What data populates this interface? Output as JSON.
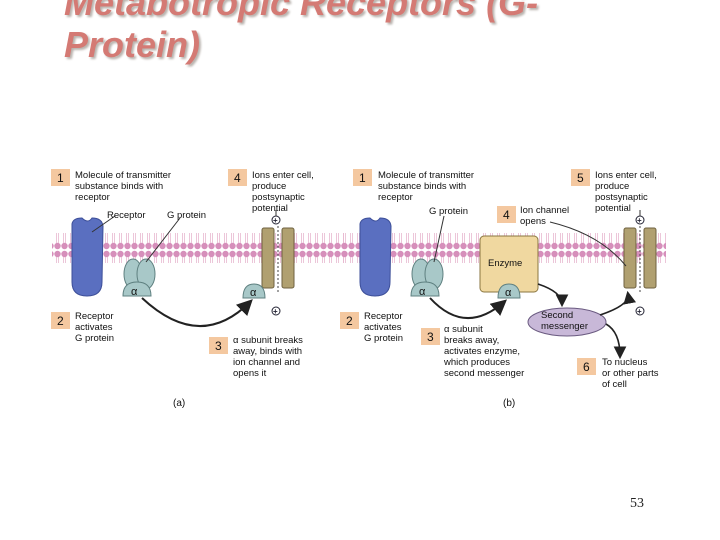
{
  "slide": {
    "title_line1": "Metabotropic Receptors (G-",
    "title_line2": "Protein)",
    "page_number": "53"
  },
  "colors": {
    "title": "#d47a74",
    "membrane": "#d68fbb",
    "step_box": "#f4c8a0",
    "receptor": "#5a6fc0",
    "g_protein": "#a8c8c8",
    "ion_channel": "#b0a070",
    "enzyme": "#f0d8a0",
    "second_messenger": "#c8b8d8"
  },
  "panel_a": {
    "label": "(a)",
    "step1_num": "1",
    "step1_line1": "Molecule of transmitter",
    "step1_line2": "substance binds with",
    "step1_line3": "receptor",
    "step2_num": "2",
    "step2_line1": "Receptor",
    "step2_line2": "activates",
    "step2_line3": "G protein",
    "step3_num": "3",
    "step3_line1": "α subunit breaks",
    "step3_line2": "away, binds with",
    "step3_line3": "ion channel and",
    "step3_line4": "opens it",
    "step4_num": "4",
    "step4_line1": "Ions enter cell,",
    "step4_line2": "produce",
    "step4_line3": "postsynaptic",
    "step4_line4": "potential",
    "receptor_label": "Receptor",
    "g_protein_label": "G protein",
    "alpha": "α",
    "plus": "+"
  },
  "panel_b": {
    "label": "(b)",
    "step1_num": "1",
    "step1_line1": "Molecule of transmitter",
    "step1_line2": "substance binds with",
    "step1_line3": "receptor",
    "step2_num": "2",
    "step2_line1": "Receptor",
    "step2_line2": "activates",
    "step2_line3": "G protein",
    "step3_num": "3",
    "step3_line1": "α subunit",
    "step3_line2": "breaks away,",
    "step3_line3": "activates enzyme,",
    "step3_line4": "which produces",
    "step3_line5": "second messenger",
    "step4_num": "4",
    "step4_line1": "Ion channel",
    "step4_line2": "opens",
    "step5_num": "5",
    "step5_line1": "Ions enter cell,",
    "step5_line2": "produce",
    "step5_line3": "postsynaptic",
    "step5_line4": "potential",
    "step6_num": "6",
    "step6_line1": "To nucleus",
    "step6_line2": "or other parts",
    "step6_line3": "of cell",
    "g_protein_label": "G protein",
    "enzyme_label": "Enzyme",
    "second_messenger_line1": "Second",
    "second_messenger_line2": "messenger",
    "alpha": "α",
    "plus": "+"
  }
}
